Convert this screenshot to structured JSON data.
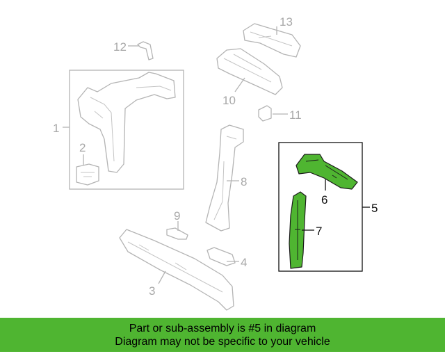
{
  "diagram": {
    "callouts": [
      "1",
      "2",
      "3",
      "4",
      "5",
      "6",
      "7",
      "8",
      "9",
      "10",
      "11",
      "12",
      "13"
    ],
    "highlight_color": "#4fb531",
    "part_color": "#b4b4b4",
    "highlighted_callout": "5"
  },
  "banner": {
    "line1": "Part or sub-assembly is #5 in diagram",
    "line2": "Diagram may not be specific to your vehicle",
    "color": "#4fb531"
  }
}
